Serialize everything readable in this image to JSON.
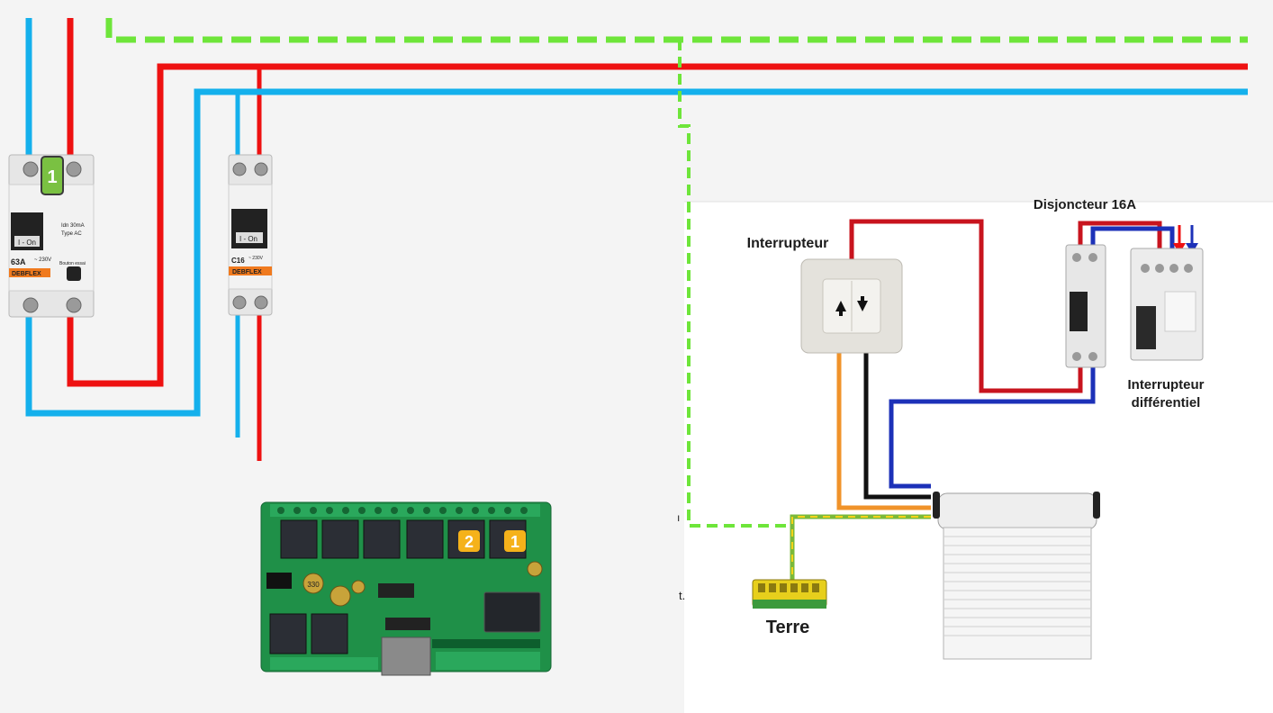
{
  "colors": {
    "neutral": "#14b0ec",
    "phase": "#ee1111",
    "earth": "#6ee53a",
    "switch_wire_orange": "#f0932a",
    "diagram_red": "#c8141e",
    "diagram_blue": "#1c31b8",
    "board_green": "#1f9048",
    "badge_green": "#7ac142",
    "badge_orange": "#f5b21a"
  },
  "left_panel": {
    "breaker_differential": {
      "badge": "1",
      "rating": "63A",
      "switch_label": "I - On",
      "voltage": "~ 230V",
      "info_line1": "Idn 30mA",
      "info_line2": "Type AC",
      "test_label": "Bouton essai",
      "brand": "DEBFLEX"
    },
    "breaker_c16": {
      "rating": "C16",
      "switch_label": "I - On",
      "voltage": "~ 230V",
      "brand": "DEBFLEX"
    },
    "relay_board": {
      "badge_left": "2",
      "badge_right": "1",
      "capacitor_text": "330"
    }
  },
  "right_diagram": {
    "title_breaker": "Disjoncteur 16A",
    "label_switch": "Interrupteur",
    "label_differential_line1": "Interrupteur",
    "label_differential_line2": "différentiel",
    "label_earth": "Terre",
    "stray_text_1": "t.",
    "stray_text_2": "ı"
  }
}
